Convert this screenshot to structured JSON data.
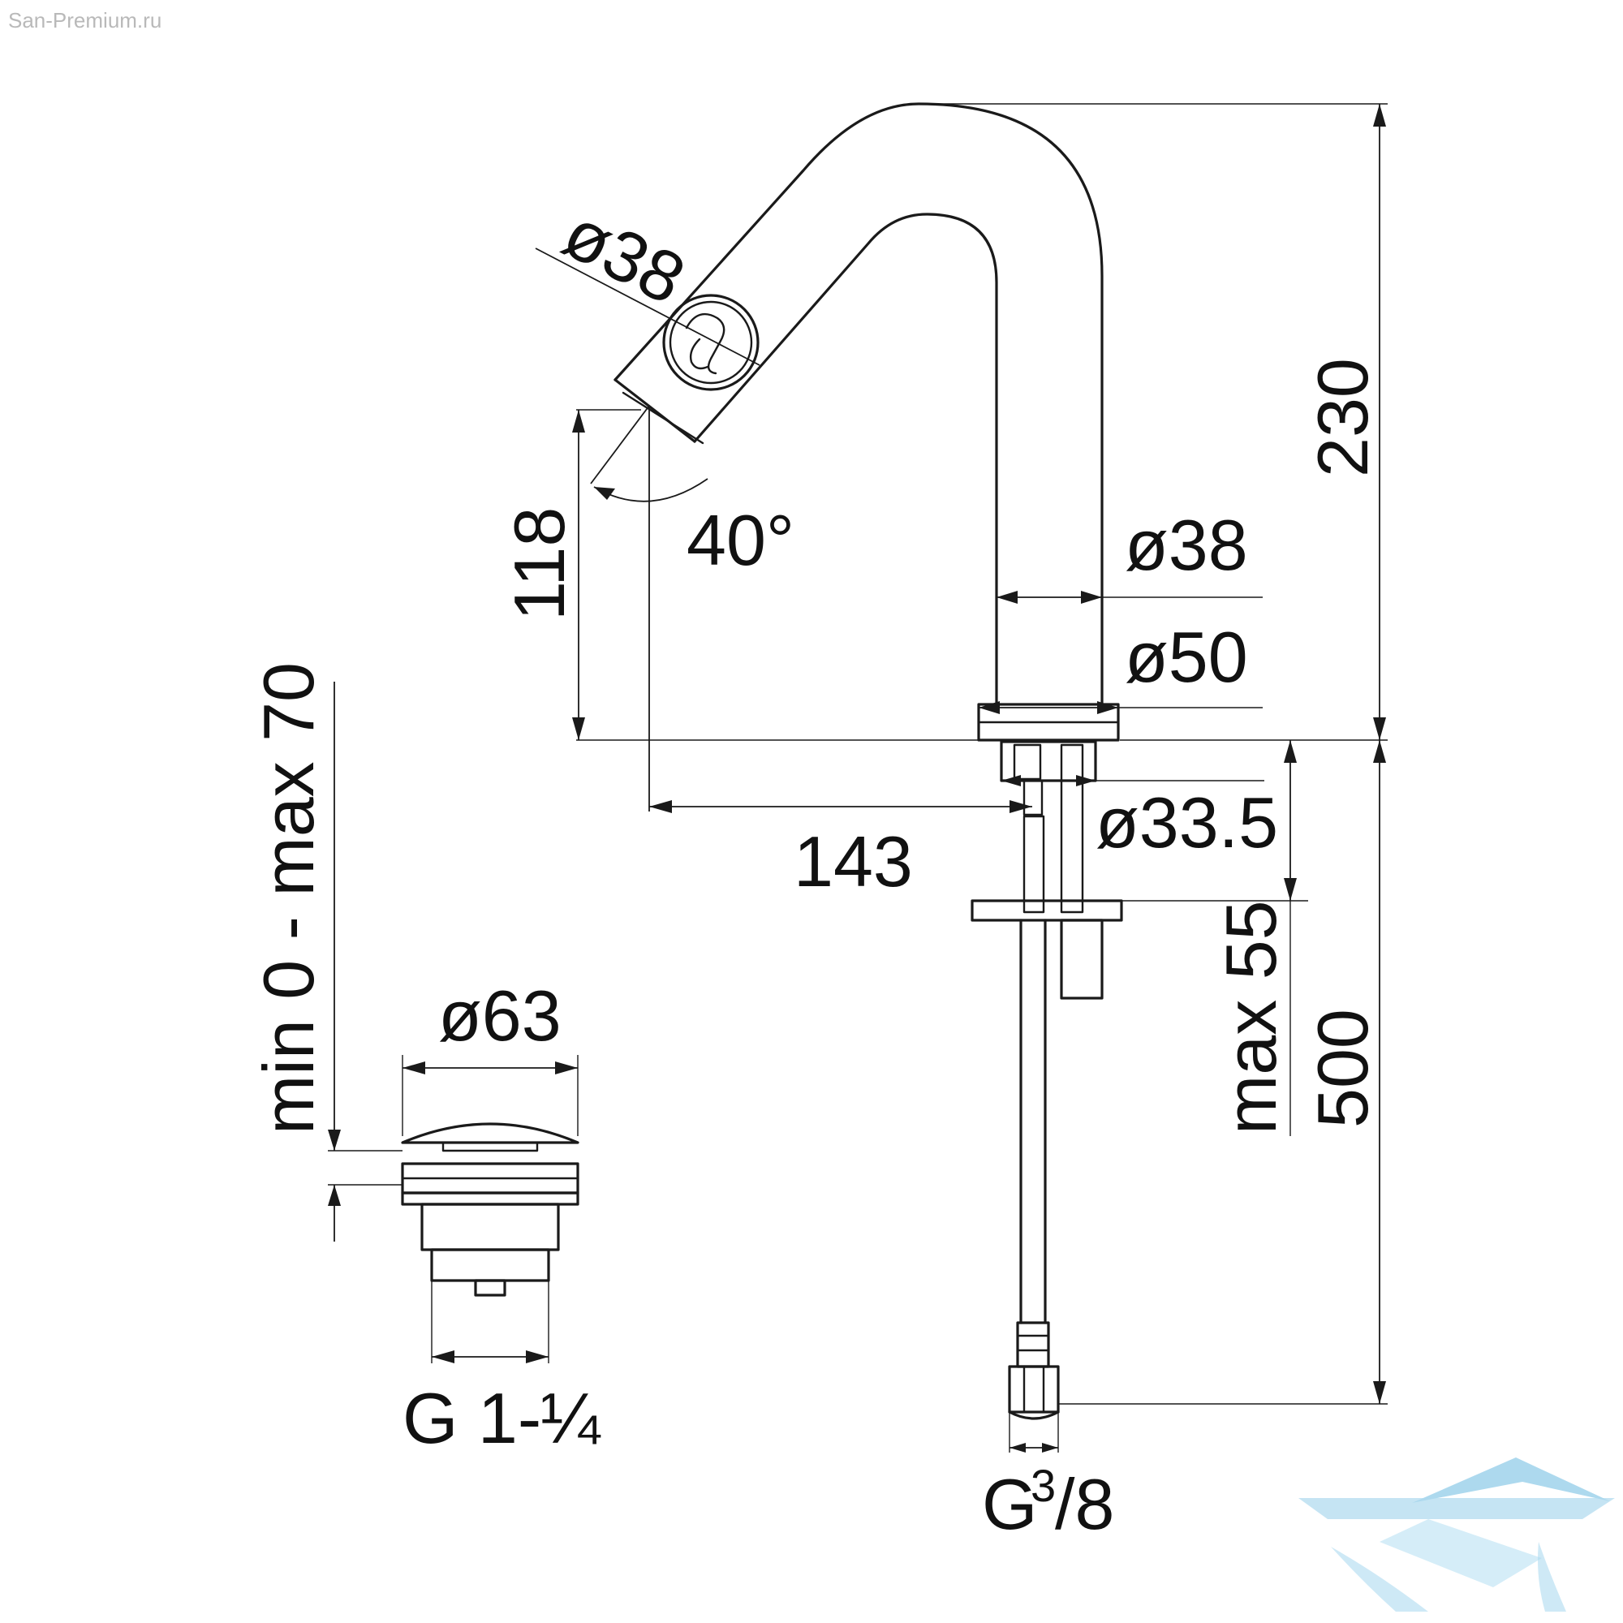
{
  "watermark": {
    "site": "San-Premium.ru"
  },
  "faucet": {
    "dims": {
      "outlet_diameter": "ø38",
      "body_diameter": "ø38",
      "base_diameter": "ø50",
      "shank_diameter": "ø33.5",
      "spout_reach": "143",
      "outlet_height": "118",
      "total_height": "230",
      "spout_angle": "40°",
      "max_deck_thickness": "max 55",
      "hose_length": "500",
      "hose_thread_prefix": "G",
      "hose_thread_numerator": "3",
      "hose_thread_denominator": "/8"
    }
  },
  "drain": {
    "dims": {
      "cap_diameter": "ø63",
      "range": "min 0 - max 70",
      "thread_main": "G 1-",
      "thread_fraction": "¼"
    }
  },
  "colors": {
    "line": "#1a1a1a",
    "text": "#111111",
    "watermark_text": "#b9b9b9",
    "logo": "#9fd3ec"
  },
  "logo": {
    "icon": "san-premium-bathtub-logo"
  }
}
